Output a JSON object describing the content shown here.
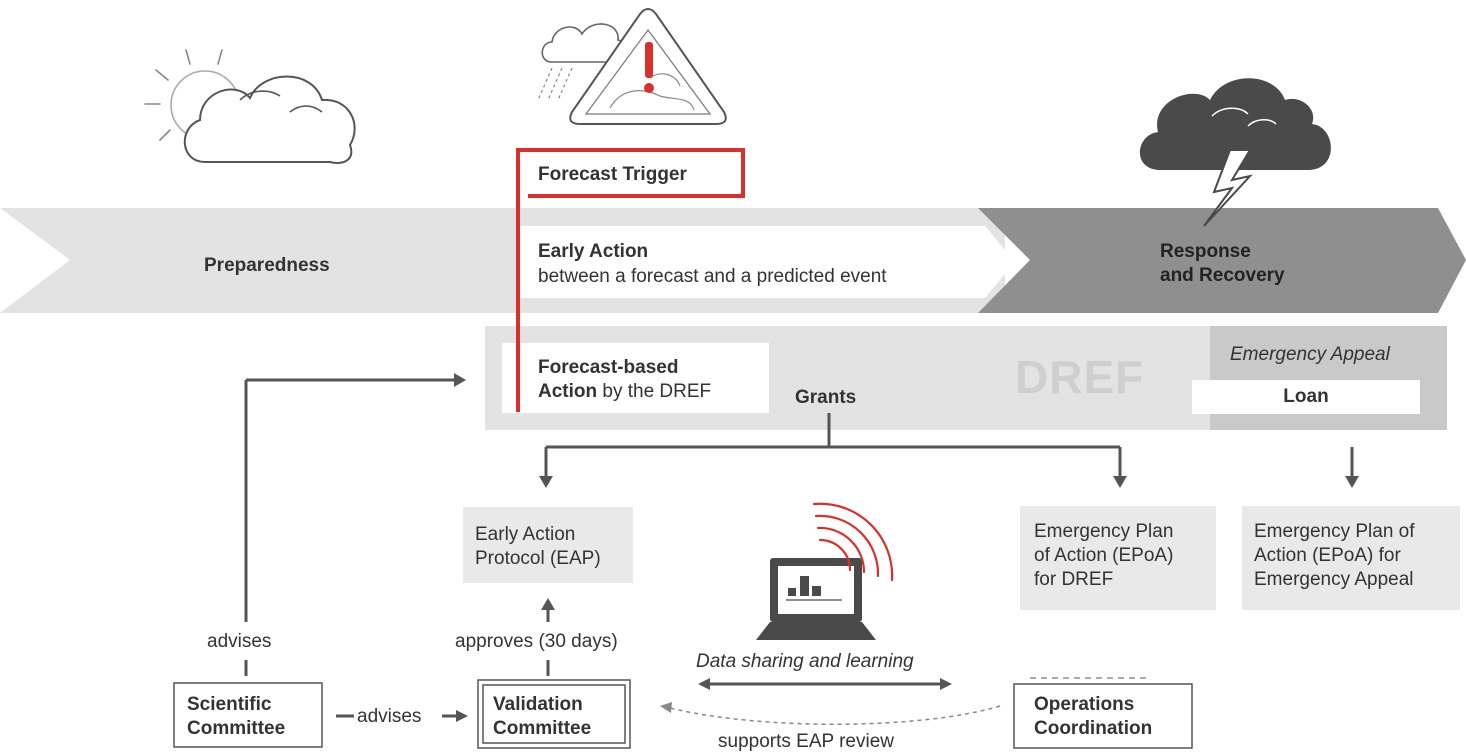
{
  "timeline": {
    "preparedness": "Preparedness",
    "forecast_trigger": "Forecast Trigger",
    "early_action_title": "Early Action",
    "early_action_sub": "between a forecast and a predicted event",
    "response_line1": "Response",
    "response_line2": "and Recovery"
  },
  "dref": {
    "watermark": "DREF",
    "fba_line1": "Forecast-based",
    "fba_line2_bold": "Action",
    "fba_line2_rest": " by the DREF",
    "grants": "Grants",
    "emergency_appeal": "Emergency Appeal",
    "loan": "Loan"
  },
  "plans": {
    "eap_line1": "Early Action",
    "eap_line2": "Protocol (EAP)",
    "epoa_dref_line1": "Emergency Plan",
    "epoa_dref_line2": "of Action (EPoA)",
    "epoa_dref_line3": "for DREF",
    "epoa_ea_line1": "Emergency Plan of",
    "epoa_ea_line2": "Action (EPoA) for",
    "epoa_ea_line3": "Emergency Appeal"
  },
  "governance": {
    "advises_vertical": "advises",
    "approves": "approves (30 days)",
    "scientific_line1": "Scientific",
    "scientific_line2": "Committee",
    "advises_horizontal": "advises",
    "validation_line1": "Validation",
    "validation_line2": "Committee",
    "data_sharing": "Data sharing and learning",
    "supports": "supports EAP review",
    "operations_line1": "Operations",
    "operations_line2": "Coordination"
  },
  "colors": {
    "accent_red": "#d9302c",
    "band_light": "#e3e3e3",
    "band_dark": "#8f8f8f",
    "arrow_grey": "#555555",
    "box_grey": "#e9e9e9"
  },
  "icons": [
    "sun-cloud-icon",
    "rain-cloud-icon",
    "warning-sign-icon",
    "storm-cloud-icon",
    "laptop-chart-icon",
    "broadcast-waves-icon"
  ]
}
